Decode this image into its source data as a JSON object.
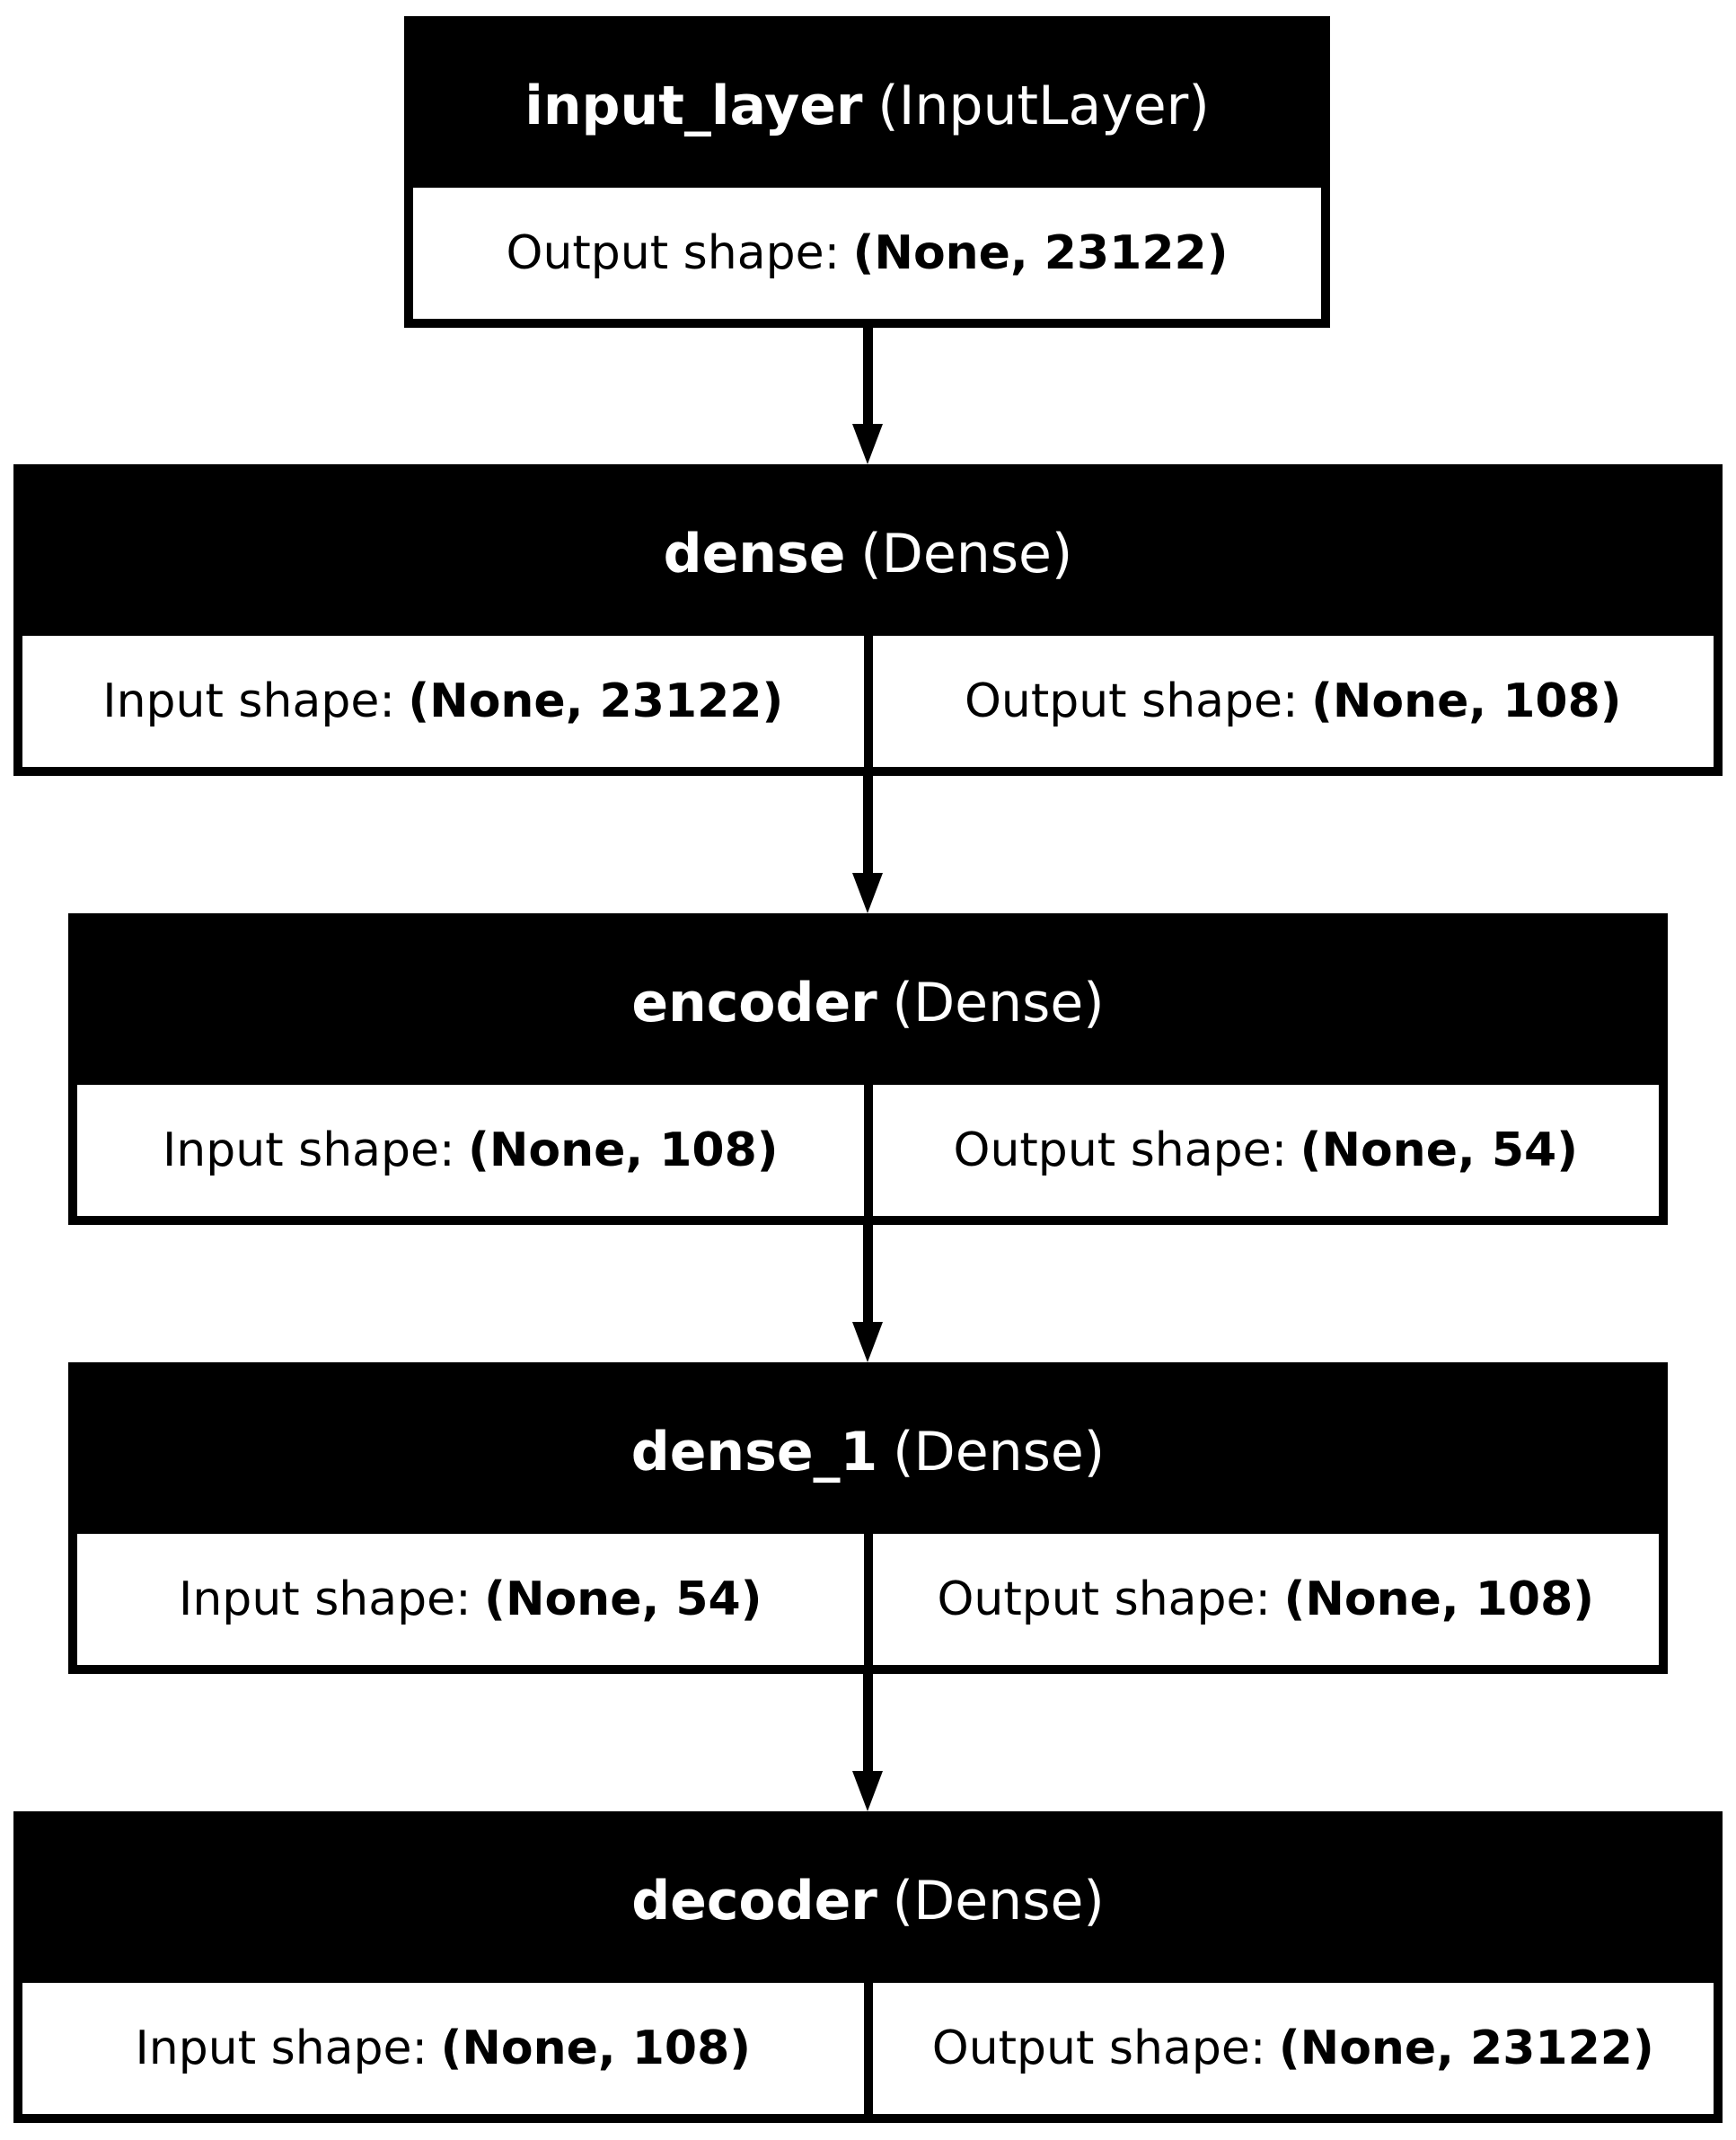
{
  "diagram": {
    "layers": [
      {
        "name": "input_layer",
        "type": "(InputLayer)",
        "shapes": [
          {
            "label": "Output shape:",
            "value": "(None, 23122)"
          }
        ]
      },
      {
        "name": "dense",
        "type": "(Dense)",
        "shapes": [
          {
            "label": "Input shape:",
            "value": "(None, 23122)"
          },
          {
            "label": "Output shape:",
            "value": "(None, 108)"
          }
        ]
      },
      {
        "name": "encoder",
        "type": "(Dense)",
        "shapes": [
          {
            "label": "Input shape:",
            "value": "(None, 108)"
          },
          {
            "label": "Output shape:",
            "value": "(None, 54)"
          }
        ]
      },
      {
        "name": "dense_1",
        "type": "(Dense)",
        "shapes": [
          {
            "label": "Input shape:",
            "value": "(None, 54)"
          },
          {
            "label": "Output shape:",
            "value": "(None, 108)"
          }
        ]
      },
      {
        "name": "decoder",
        "type": "(Dense)",
        "shapes": [
          {
            "label": "Input shape:",
            "value": "(None, 108)"
          },
          {
            "label": "Output shape:",
            "value": "(None, 23122)"
          }
        ]
      }
    ],
    "edges": [
      {
        "from": "input_layer",
        "to": "dense"
      },
      {
        "from": "dense",
        "to": "encoder"
      },
      {
        "from": "encoder",
        "to": "dense_1"
      },
      {
        "from": "dense_1",
        "to": "decoder"
      }
    ]
  }
}
